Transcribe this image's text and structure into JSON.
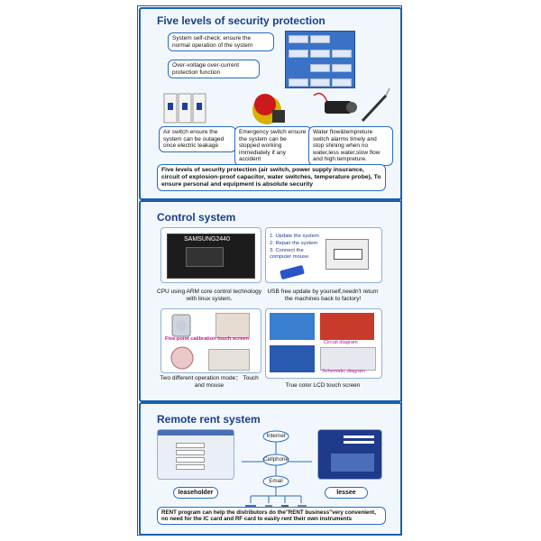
{
  "security": {
    "title": "Five levels of security protection",
    "bubble_selfcheck": "System self-check: ensure the normal operation of the system",
    "bubble_overvoltage": "Over-voltage over-current protection function",
    "air_switch": "Air switch ensure the system can be outaged once electric leakage",
    "emergency": "Emergency switch ensure the system can be stopped working immediately if any accident",
    "waterflow": "Water flow&tempreture switch alarms timely and stop shining when no water,less water,slow flow and high tempreture.",
    "summary": "Five levels of security protection (air switch, power supply insurance, circuit of explosion-proof capacitor, water switches, temperature probe), To ensure personal and equipment is absolute security"
  },
  "control": {
    "title": "Control system",
    "board_text": "SAMSUNG2440",
    "cpu_caption": "CPU using  ARM core control technology with linux system.",
    "usb_steps": [
      "1. Update the system",
      "2. Repair the system",
      "3. Connect the computer mouse"
    ],
    "usb_caption": "USB free update by yourself,needn't return the machines back to factory!",
    "calib_label": "Five-point calibration touch screen",
    "mode_caption": "Two different operation mode： Touch and mouse",
    "circuit_label": "Circuit diagram",
    "schematic_label": "Schematic diagram",
    "lcd_caption": "True color LCD touch screen"
  },
  "rent": {
    "title": "Remote rent system",
    "nodes": [
      "Internet",
      "Cellphone",
      "Email"
    ],
    "leaseholder": "leaseholder",
    "lessee": "lessee",
    "summary": "RENT program can help the distributors do the\"RENT business\"very convenient, no need for the IC card and RF card to easily rent their own instruments"
  },
  "colors": {
    "accent": "#1b5fb0",
    "title": "#1a3f8a",
    "panel_bg": "#f2f7fd"
  }
}
